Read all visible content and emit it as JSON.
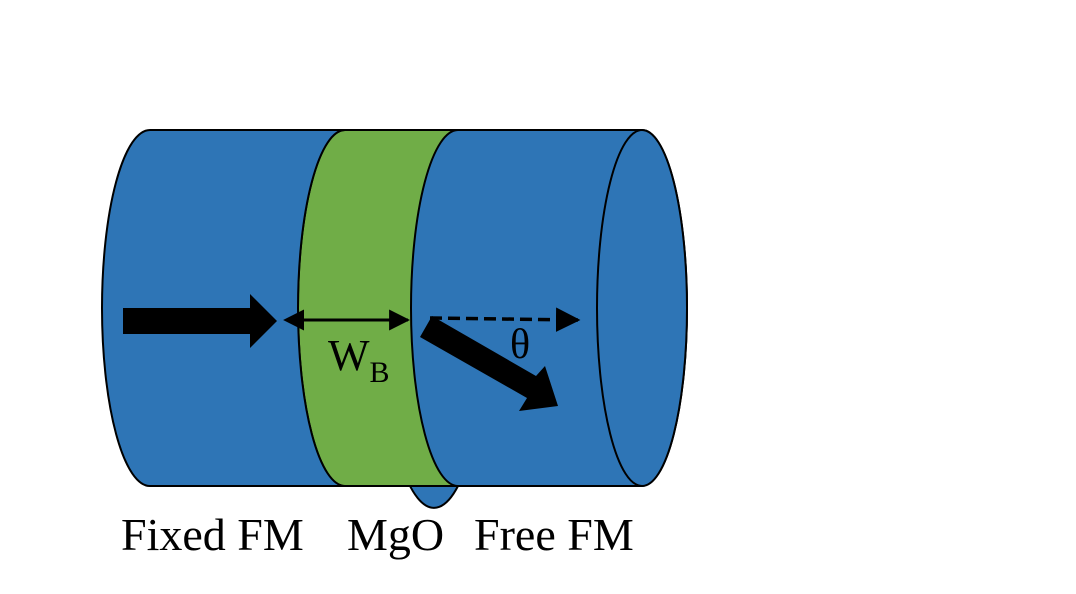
{
  "labels": {
    "fixed_layer": "Fixed FM",
    "barrier_layer": "MgO",
    "free_layer": "Free FM",
    "barrier_width": "W",
    "barrier_width_subscript": "B",
    "angle": "θ"
  },
  "colors": {
    "ferromagnet": "#2E75B6",
    "barrier": "#70AD47",
    "outline": "#000000",
    "arrow": "#000000"
  }
}
